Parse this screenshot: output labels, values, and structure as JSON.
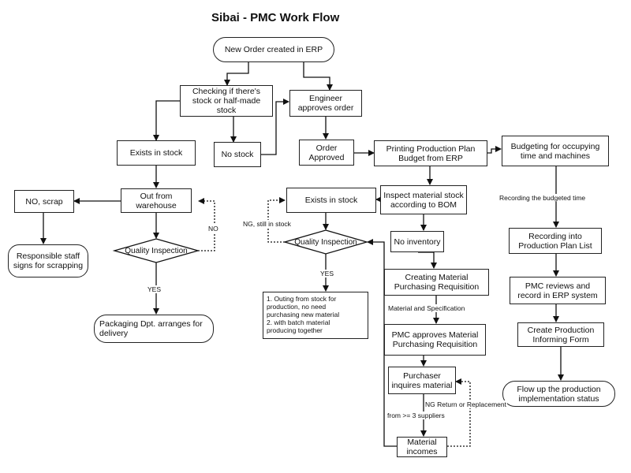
{
  "title": "Sibai - PMC Work Flow",
  "nodes": {
    "new_order": "New Order created in ERP",
    "checking_stock": "Checking if there's stock or half-made stock",
    "engineer_approves": "Engineer approves order",
    "exists_in_stock_left": "Exists in stock",
    "no_stock": "No stock",
    "order_approved": "Order Approved",
    "printing_budget": "Printing Production Plan Budget from ERP",
    "budgeting": "Budgeting for occupying time and machines",
    "out_from_warehouse": "Out from warehouse",
    "no_scrap": "NO, scrap",
    "quality_left": "Quality Inspection",
    "staff_signs": "Responsible staff signs for scrapping",
    "packaging": "Packaging Dpt. arranges for delivery",
    "exists_in_stock_mid": "Exists in stock",
    "inspect_material": "Inspect material stock according to BOM",
    "quality_mid": "Quality Inspection",
    "no_inventory": "No inventory",
    "creating_requisition": "Creating Material Purchasing Requisition",
    "pmc_approves": "PMC approves Material Purchasing Requisition",
    "purchaser_inquires": "Purchaser inquires material",
    "material_incomes": "Material incomes",
    "recording_plan": "Recording into Production Plan List",
    "pmc_reviews": "PMC reviews and record in ERP system",
    "create_form": "Create Production Informing Form",
    "flow_up": "Flow up the production implementation status"
  },
  "note": {
    "lines": [
      "1. Outing from stock for",
      "production, no need",
      "purchasing new material",
      "2. with batch material",
      "producing together"
    ]
  },
  "edge_labels": {
    "no_left": "NO",
    "yes_left": "YES",
    "ng_still": "NG, still in stock",
    "yes_mid": "YES",
    "recording_budgeted": "Recording the budgeted time",
    "material_spec": "Material and Specification",
    "ng_return": "NG Return or Replacement",
    "from_suppliers": "from >= 3 suppliers"
  }
}
